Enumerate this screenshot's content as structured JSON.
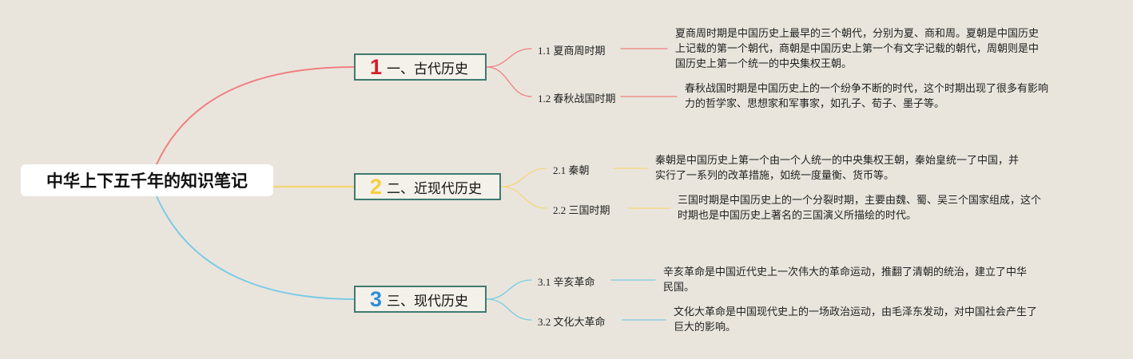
{
  "root": {
    "title": "中华上下五千年的知识笔记"
  },
  "branches": [
    {
      "num": "1",
      "label": "一、古代历史",
      "color": "#f07f80",
      "num_color": "#d51f2a",
      "subs": [
        {
          "code": "1.1",
          "label": "夏商周时期",
          "desc": [
            "夏商周时期是中国历史上最早的三个朝代，分别为夏、商和周。夏朝是中国历史",
            "上记载的第一个朝代，商朝是中国历史上第一个有文字记载的朝代，周朝则是中",
            "国历史上第一个统一的中央集权王朝。"
          ]
        },
        {
          "code": "1.2",
          "label": "春秋战国时期",
          "desc": [
            "春秋战国时期是中国历史上的一个纷争不断的时代，这个时期出现了很多有影响",
            "力的哲学家、思想家和军事家，如孔子、荀子、墨子等。"
          ]
        }
      ]
    },
    {
      "num": "2",
      "label": "二、近现代历史",
      "color": "#f6d67a",
      "num_color": "#f6cf3e",
      "subs": [
        {
          "code": "2.1",
          "label": "秦朝",
          "desc": [
            "秦朝是中国历史上第一个由一个人统一的中央集权王朝，秦始皇统一了中国，并",
            "实行了一系列的改革措施，如统一度量衡、货币等。"
          ]
        },
        {
          "code": "2.2",
          "label": "三国时期",
          "desc": [
            "三国时期是中国历史上的一个分裂时期，主要由魏、蜀、吴三个国家组成，这个",
            "时期也是中国历史上著名的三国演义所描绘的时代。"
          ]
        }
      ]
    },
    {
      "num": "3",
      "label": "三、现代历史",
      "color": "#7ccbe4",
      "num_color": "#2d8fd8",
      "subs": [
        {
          "code": "3.1",
          "label": "辛亥革命",
          "desc": [
            "辛亥革命是中国近代史上一次伟大的革命运动，推翻了清朝的统治，建立了中华",
            "民国。"
          ]
        },
        {
          "code": "3.2",
          "label": "文化大革命",
          "desc": [
            "文化大革命是中国现代史上的一场政治运动，由毛泽东发动，对中国社会产生了",
            "巨大的影响。"
          ]
        }
      ]
    }
  ]
}
